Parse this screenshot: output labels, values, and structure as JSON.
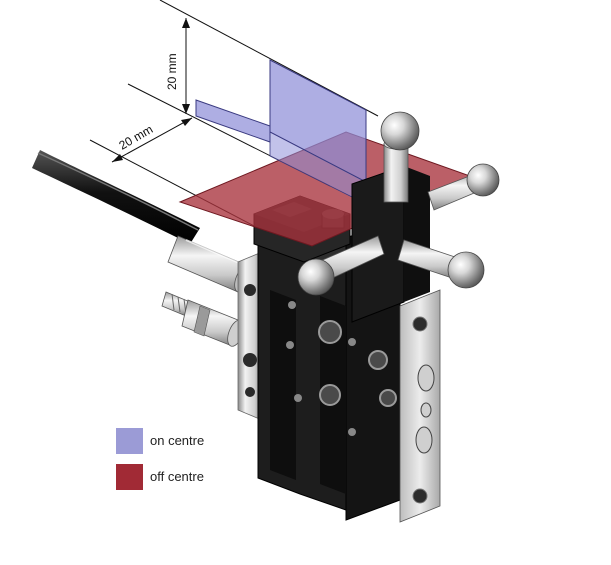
{
  "dimensions": {
    "vertical": "20 mm",
    "horizontal": "20 mm"
  },
  "legend": {
    "items": [
      {
        "label": "on centre",
        "color": "#9b9bd6"
      },
      {
        "label": "off centre",
        "color": "#a12a35"
      }
    ]
  },
  "colors": {
    "on_centre_plane": "#8f8fd8",
    "off_centre_plane": "#a8323c",
    "body_dark": "#1a1a1a",
    "body_metal": "#d6d6d6"
  }
}
